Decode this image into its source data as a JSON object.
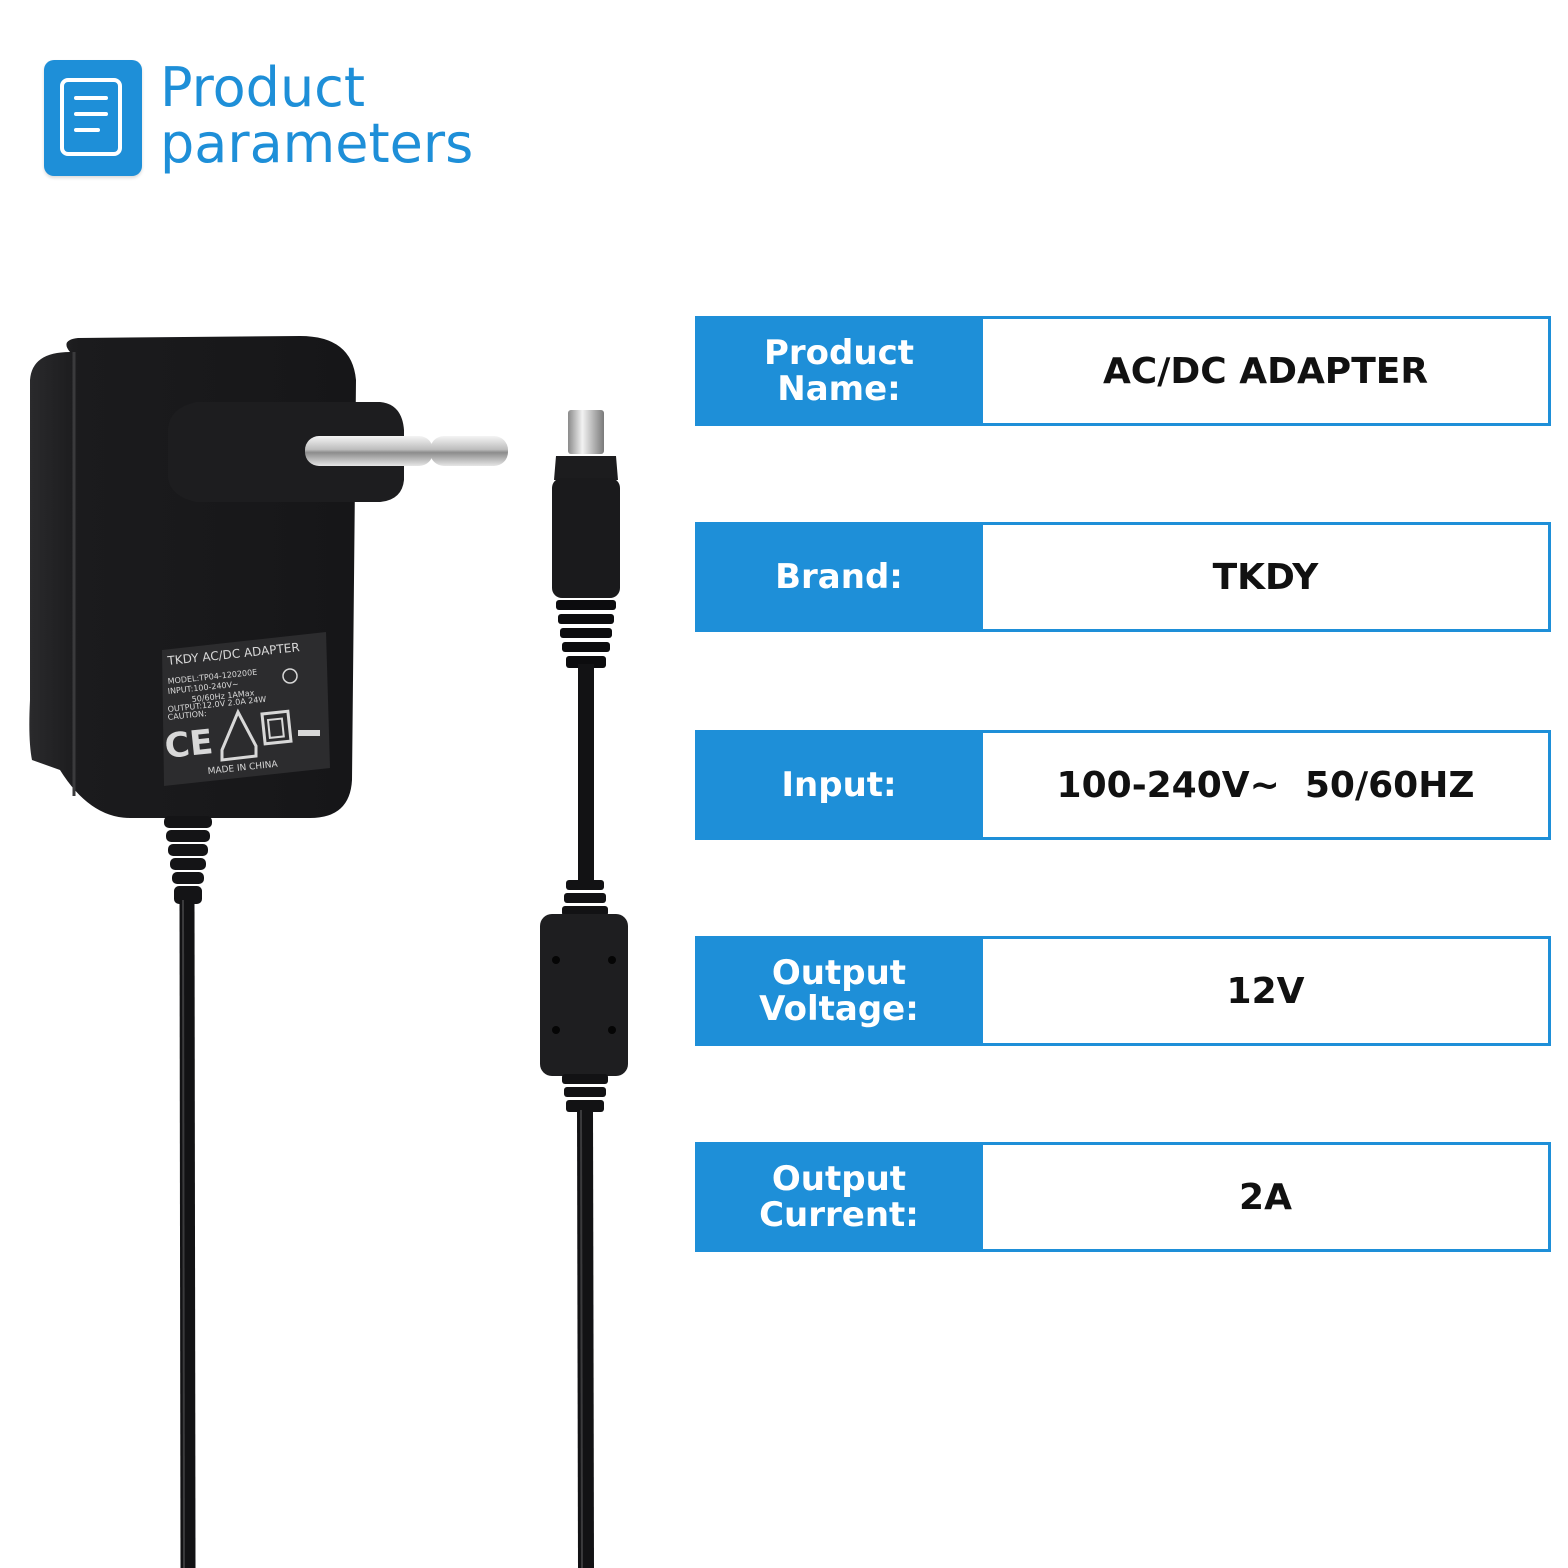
{
  "header": {
    "title_line1": "Product",
    "title_line2": "parameters",
    "icon": "document-list-icon"
  },
  "product_image": {
    "icon": "eu-plug-power-adapter",
    "label_brand_line": "TKDY AC/DC ADAPTER",
    "label_footer": "MADE IN CHINA"
  },
  "parameters": [
    {
      "label": "Product\nName:",
      "value": "AC/DC ADAPTER"
    },
    {
      "label": "Brand:",
      "value": "TKDY"
    },
    {
      "label": "Input:",
      "value": "100-240V~  50/60HZ"
    },
    {
      "label": "Output\nVoltage:",
      "value": "12V"
    },
    {
      "label": "Output\nCurrent:",
      "value": "2A"
    }
  ],
  "colors": {
    "accent": "#1e8fd8",
    "text": "#111111",
    "background": "#ffffff"
  }
}
